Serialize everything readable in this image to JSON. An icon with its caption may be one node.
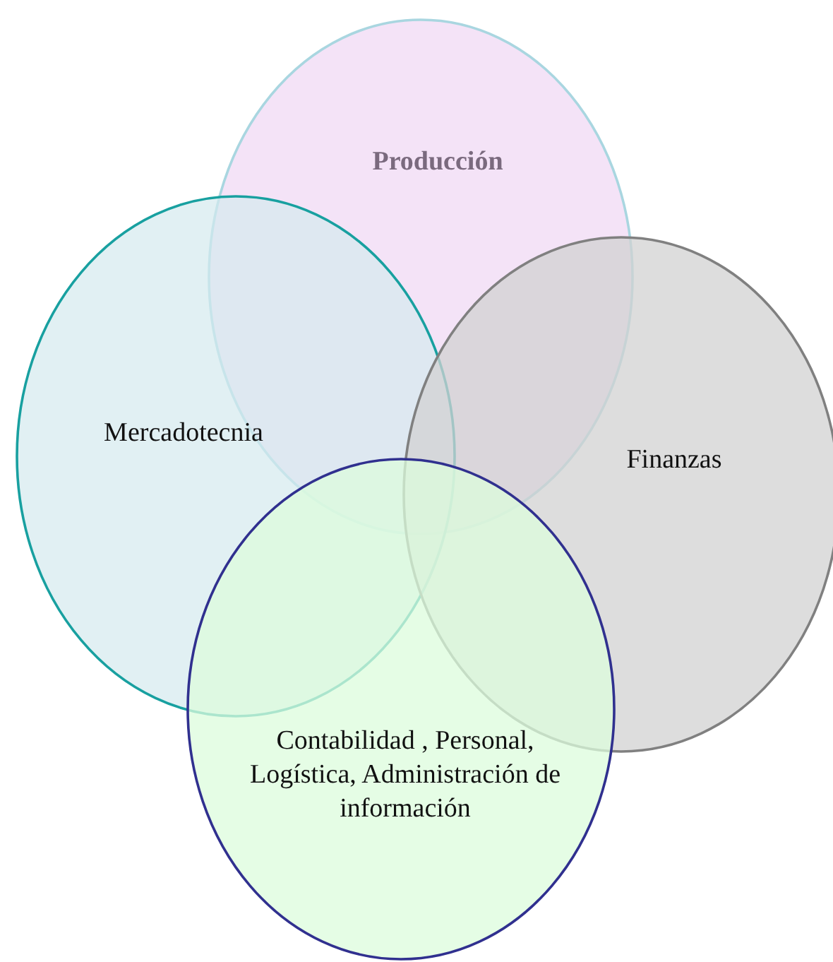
{
  "diagram": {
    "nodes": [
      {
        "text": [
          "Producción"
        ]
      },
      {
        "text": [
          "Mercadotecnia"
        ]
      },
      {
        "text": [
          "Finanzas"
        ]
      },
      {
        "text": [
          "Contabilidad , Personal, Logística, Administración de información"
        ]
      }
    ]
  }
}
